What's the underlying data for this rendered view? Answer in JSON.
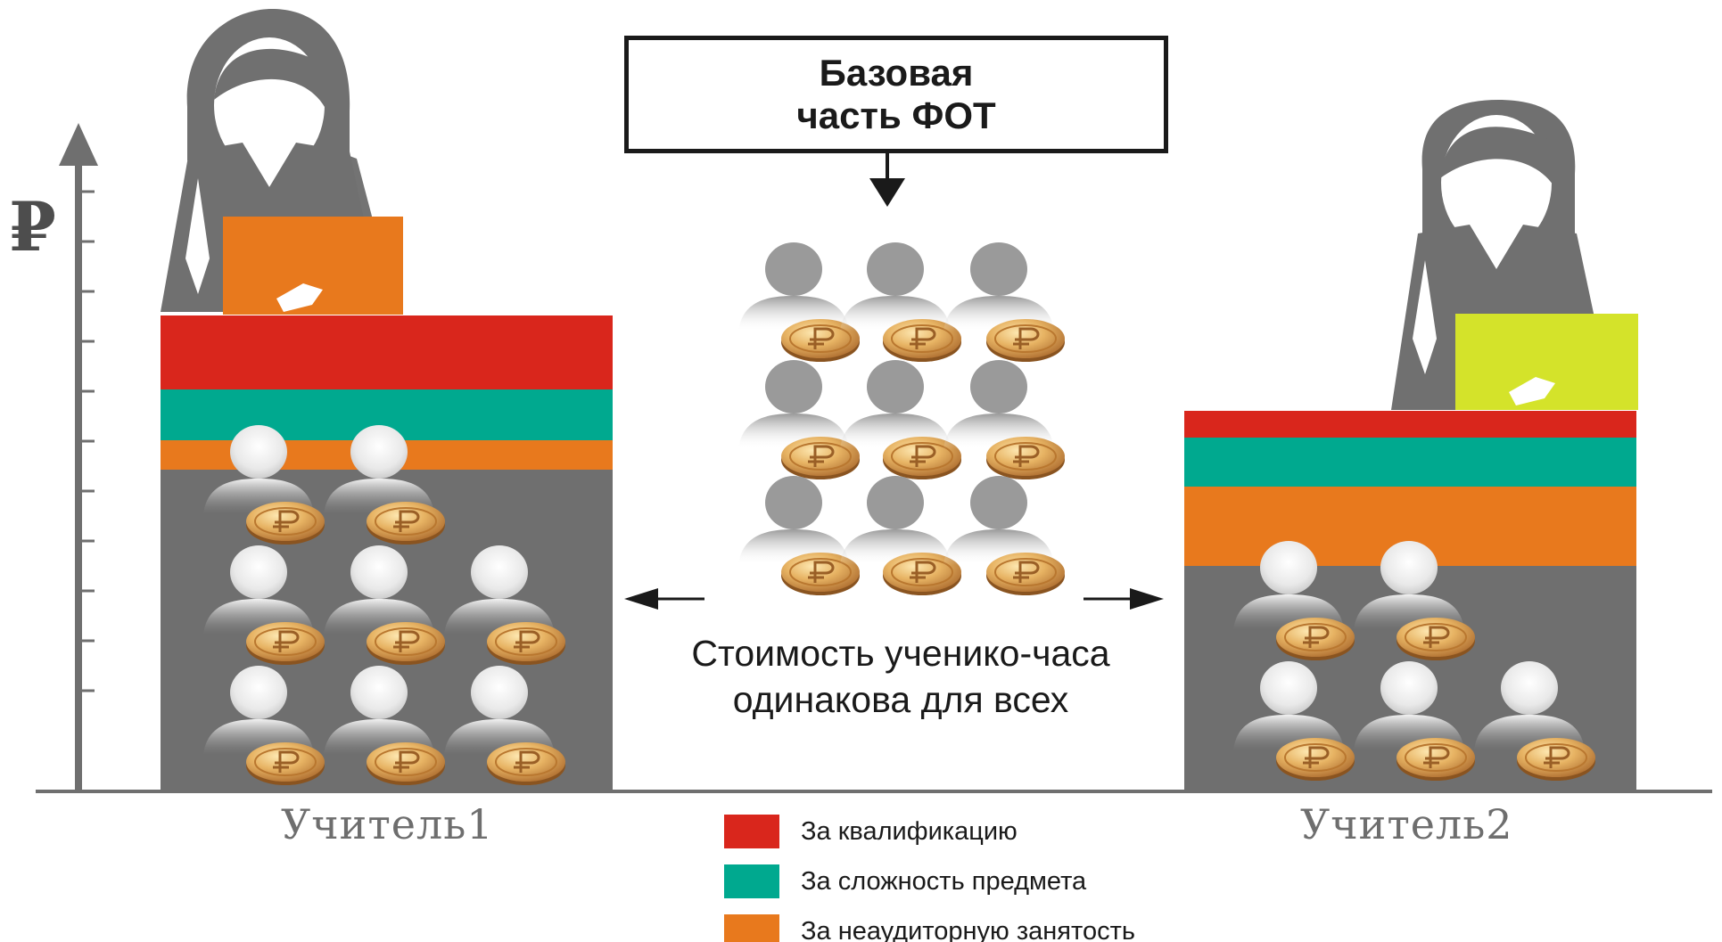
{
  "header": {
    "title_line1": "Базовая",
    "title_line2": "часть ФОТ"
  },
  "axis": {
    "symbol": "₽"
  },
  "caption": {
    "line1": "Стоимость ученико-часа",
    "line2": "одинакова для всех"
  },
  "teachers": [
    {
      "label": "Учитель1",
      "folder_color": "#e8791d",
      "students": 8
    },
    {
      "label": "Учитель2",
      "folder_color": "#d4e32a",
      "students": 5
    }
  ],
  "center_group": {
    "students": 9
  },
  "legend": [
    {
      "label": "За квалификацию",
      "color": "#d9261c"
    },
    {
      "label": "За сложность предмета",
      "color": "#00a98f"
    },
    {
      "label": "За неаудиторную занятость",
      "color": "#e8791d"
    }
  ],
  "colors": {
    "base": "#6f6f6f",
    "figure": "#707070",
    "coin": "#d9a55a",
    "axis": "#6f6f6f"
  }
}
